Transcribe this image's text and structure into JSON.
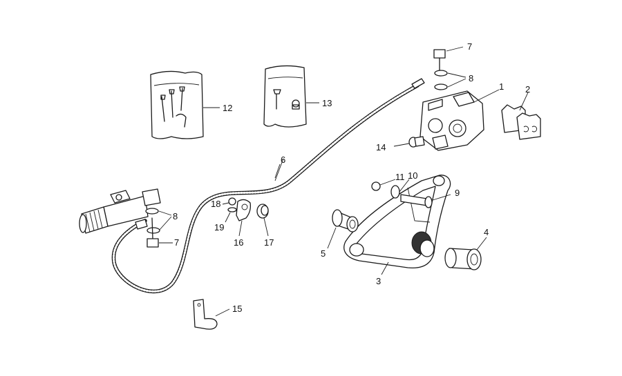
{
  "callouts": {
    "c1": "1",
    "c2": "2",
    "c3": "3",
    "c4": "4",
    "c5": "5",
    "c6": "6",
    "c7a": "7",
    "c7b": "7",
    "c8a": "8",
    "c8b": "8",
    "c9": "9",
    "c10": "10",
    "c11": "11",
    "c12": "12",
    "c13": "13",
    "c14": "14",
    "c15": "15",
    "c16": "16",
    "c17": "17",
    "c18": "18",
    "c19": "19"
  },
  "colors": {
    "ink": "#1a1a1a",
    "paper": "#ffffff",
    "shade": "#d8d8d8"
  }
}
